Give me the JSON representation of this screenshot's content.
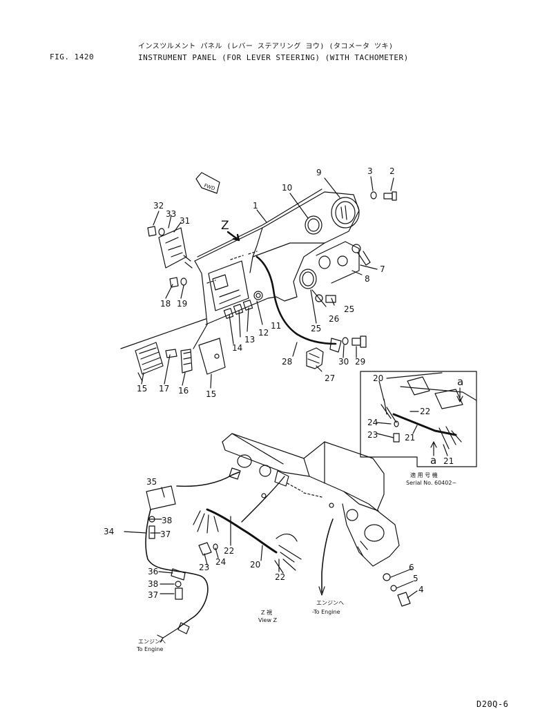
{
  "header": {
    "fig_no": "FIG. 1420",
    "title_kana": "インスツルメント パネル (レバー ステアリング ヨウ) (タコメータ ツキ)",
    "title_en": "INSTRUMENT PANEL (FOR LEVER STEERING) (WITH TACHOMETER)",
    "page_code": "D20Q-6"
  },
  "callouts": {
    "c1": "1",
    "c2": "2",
    "c3": "3",
    "c4": "4",
    "c5": "5",
    "c6": "6",
    "c7": "7",
    "c8": "8",
    "c9": "9",
    "c10": "10",
    "c11": "11",
    "c12": "12",
    "c13": "13",
    "c14": "14",
    "c15a": "15",
    "c15b": "15",
    "c16": "16",
    "c17": "17",
    "c18": "18",
    "c19": "19",
    "c20a": "20",
    "c20b": "20",
    "c21a": "21",
    "c21b": "21",
    "c22a": "22",
    "c22b": "22",
    "c22c": "22",
    "c23a": "23",
    "c23b": "23",
    "c24a": "24",
    "c24b": "24",
    "c25a": "25",
    "c25b": "25",
    "c26": "26",
    "c27": "27",
    "c28": "28",
    "c29": "29",
    "c30": "30",
    "c31": "31",
    "c32": "32",
    "c33": "33",
    "c34": "34",
    "c35": "35",
    "c36": "36",
    "c37a": "37",
    "c37b": "37",
    "c38a": "38",
    "c38b": "38"
  },
  "labels": {
    "z_marker": "Z",
    "fwd": "FWD",
    "a_top": "a",
    "a_bottom": "a",
    "serial_kana": "適 用 号 機",
    "serial": "Serial No. 60402~",
    "engine_kana_1": "エンジンへ",
    "to_engine_1": "To Engine",
    "view_kana": "Z 視",
    "view_z": "View Z",
    "engine_kana_2": "エンジンへ",
    "to_engine_2": "-To Engine"
  }
}
